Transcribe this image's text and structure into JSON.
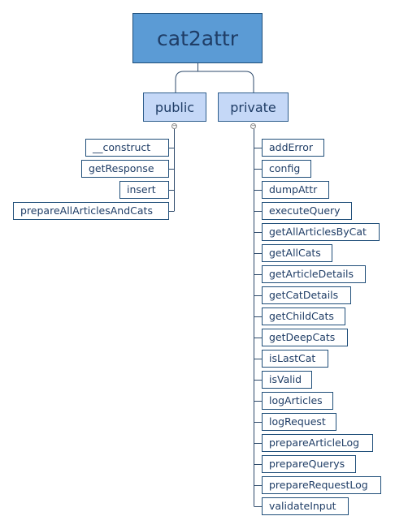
{
  "root": {
    "label": "cat2attr"
  },
  "groups": {
    "public": {
      "label": "public",
      "collapse_symbol": "−",
      "items": [
        "__construct",
        "getResponse",
        "insert",
        "prepareAllArticlesAndCats"
      ]
    },
    "private": {
      "label": "private",
      "collapse_symbol": "−",
      "items": [
        "addError",
        "config",
        "dumpAttr",
        "executeQuery",
        "getAllArticlesByCat",
        "getAllCats",
        "getArticleDetails",
        "getCatDetails",
        "getChildCats",
        "getDeepCats",
        "isLastCat",
        "isValid",
        "logArticles",
        "logRequest",
        "prepareArticleLog",
        "prepareQuerys",
        "prepareRequestLog",
        "validateInput"
      ]
    }
  },
  "colors": {
    "root_fill": "#5b9bd5",
    "group_fill": "#c5d8f7",
    "border": "#1f4e79",
    "connector": "#2e4a6b"
  }
}
